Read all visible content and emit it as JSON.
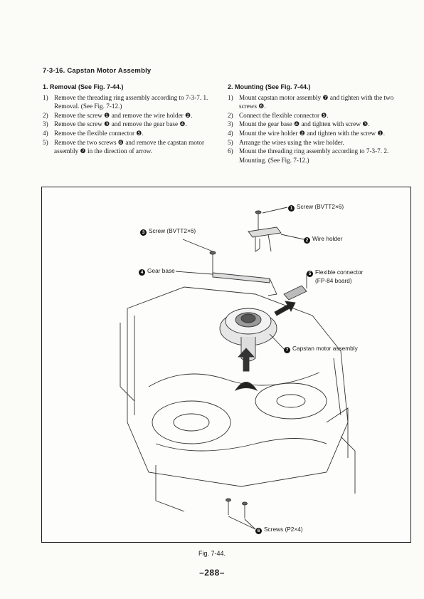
{
  "section": {
    "title": "7-3-16. Capstan Motor Assembly"
  },
  "removal": {
    "heading": "1. Removal (See Fig. 7-44.)",
    "steps": [
      {
        "num": "1)",
        "text": "Remove the threading ring assembly according to 7-3-7. 1. Removal. (See Fig. 7-12.)"
      },
      {
        "num": "2)",
        "text": "Remove the screw ❶ and remove the wire holder ❷."
      },
      {
        "num": "3)",
        "text": "Remove the screw ❸ and remove the gear base ❹."
      },
      {
        "num": "4)",
        "text": "Remove the flexible connector ❺."
      },
      {
        "num": "5)",
        "text": "Remove the two screws ❻ and remove the capstan motor assembly ❼ in the direction of arrow."
      }
    ]
  },
  "mounting": {
    "heading": "2. Mounting (See Fig. 7-44.)",
    "steps": [
      {
        "num": "1)",
        "text": "Mount capstan motor assembly ❼ and tighten with the two screws ❻."
      },
      {
        "num": "2)",
        "text": "Connect the flexible connector ❺."
      },
      {
        "num": "3)",
        "text": "Mount the gear base ❹ and tighten with screw ❸."
      },
      {
        "num": "4)",
        "text": "Mount the wire holder ❷ and tighten with the screw ❶."
      },
      {
        "num": "5)",
        "text": "Arrange the wires using the wire holder."
      },
      {
        "num": "6)",
        "text": "Mount the threading ring assembly according to 7-3-7. 2. Mounting. (See Fig. 7-12.)"
      }
    ]
  },
  "figure": {
    "callouts": {
      "c1": {
        "badge": "1",
        "label": "Screw (BVTT2×6)"
      },
      "c2": {
        "badge": "2",
        "label": "Wire holder"
      },
      "c3": {
        "badge": "3",
        "label": "Screw (BVTT2×6)"
      },
      "c4": {
        "badge": "4",
        "label": "Gear base"
      },
      "c5": {
        "badge": "5",
        "label": "Flexible connector",
        "sub": "(FP-84 board)"
      },
      "c6": {
        "badge": "6",
        "label": "Screws (P2×4)"
      },
      "c7": {
        "badge": "7",
        "label": "Capstan motor assembly"
      }
    },
    "caption": "Fig. 7-44."
  },
  "page": {
    "number": "–288–"
  }
}
